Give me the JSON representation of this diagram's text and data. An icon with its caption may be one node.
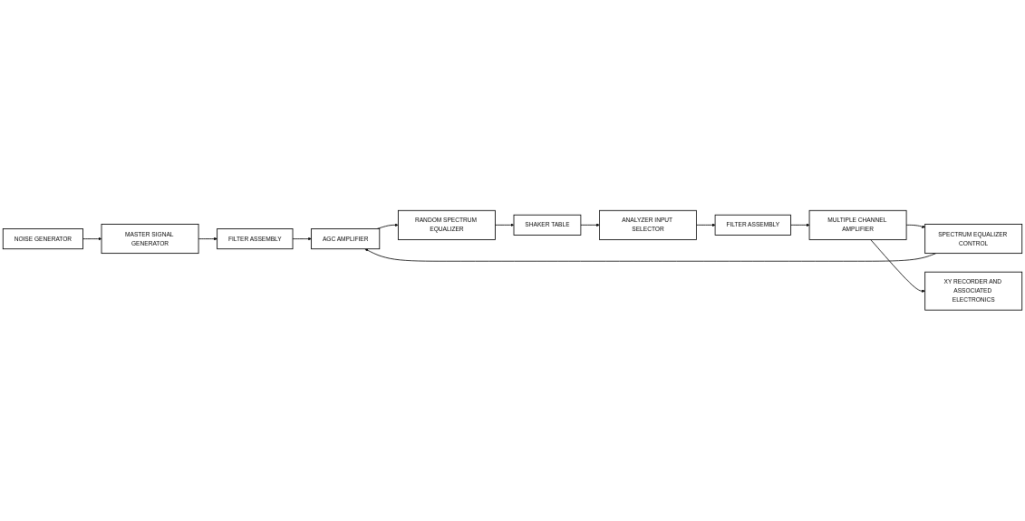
{
  "diagram": {
    "nodes": [
      {
        "text": [
          "NOISE GENERATOR"
        ]
      },
      {
        "text": [
          "MASTER SIGNAL GENERATOR"
        ]
      },
      {
        "text": [
          "FILTER ASSEMBLY"
        ]
      },
      {
        "text": [
          "AGC AMPLIFIER"
        ]
      },
      {
        "text": [
          "RANDOM SPECTRUM EQUALIZER"
        ]
      },
      {
        "text": [
          "XY RECORDER AND ASSOCIATED ELECTRONICS"
        ]
      },
      {
        "text": [
          "SPECTRUM EQUALIZER CONTROL"
        ]
      },
      {
        "text": [
          "MULTIPLE CHANNEL AMPLIFIER"
        ]
      },
      {
        "text": [
          "FILTER ASSEMBLY"
        ]
      },
      {
        "text": [
          "ANALYZER INPUT SELECTOR"
        ]
      },
      {
        "text": [
          "SHAKER TABLE"
        ]
      }
    ],
    "edges": [
      {
        "from": 0,
        "to": 1,
        "arrow": "to"
      },
      {
        "from": 1,
        "to": 2,
        "arrow": "to"
      },
      {
        "from": 2,
        "to": 3,
        "arrow": "to"
      },
      {
        "from": 3,
        "to": 4,
        "arrow": "to"
      },
      {
        "from": 4,
        "to": 10,
        "arrow": "to"
      },
      {
        "from": 10,
        "to": 9,
        "arrow": "to"
      },
      {
        "from": 9,
        "to": 8,
        "arrow": "to"
      },
      {
        "from": 8,
        "to": 7,
        "arrow": "to"
      },
      {
        "from": 7,
        "to": 6,
        "arrow": "to"
      },
      {
        "from": 7,
        "to": 5,
        "arrow": "to"
      },
      {
        "from": 6,
        "to": 3,
        "arrow": "to"
      }
    ]
  }
}
